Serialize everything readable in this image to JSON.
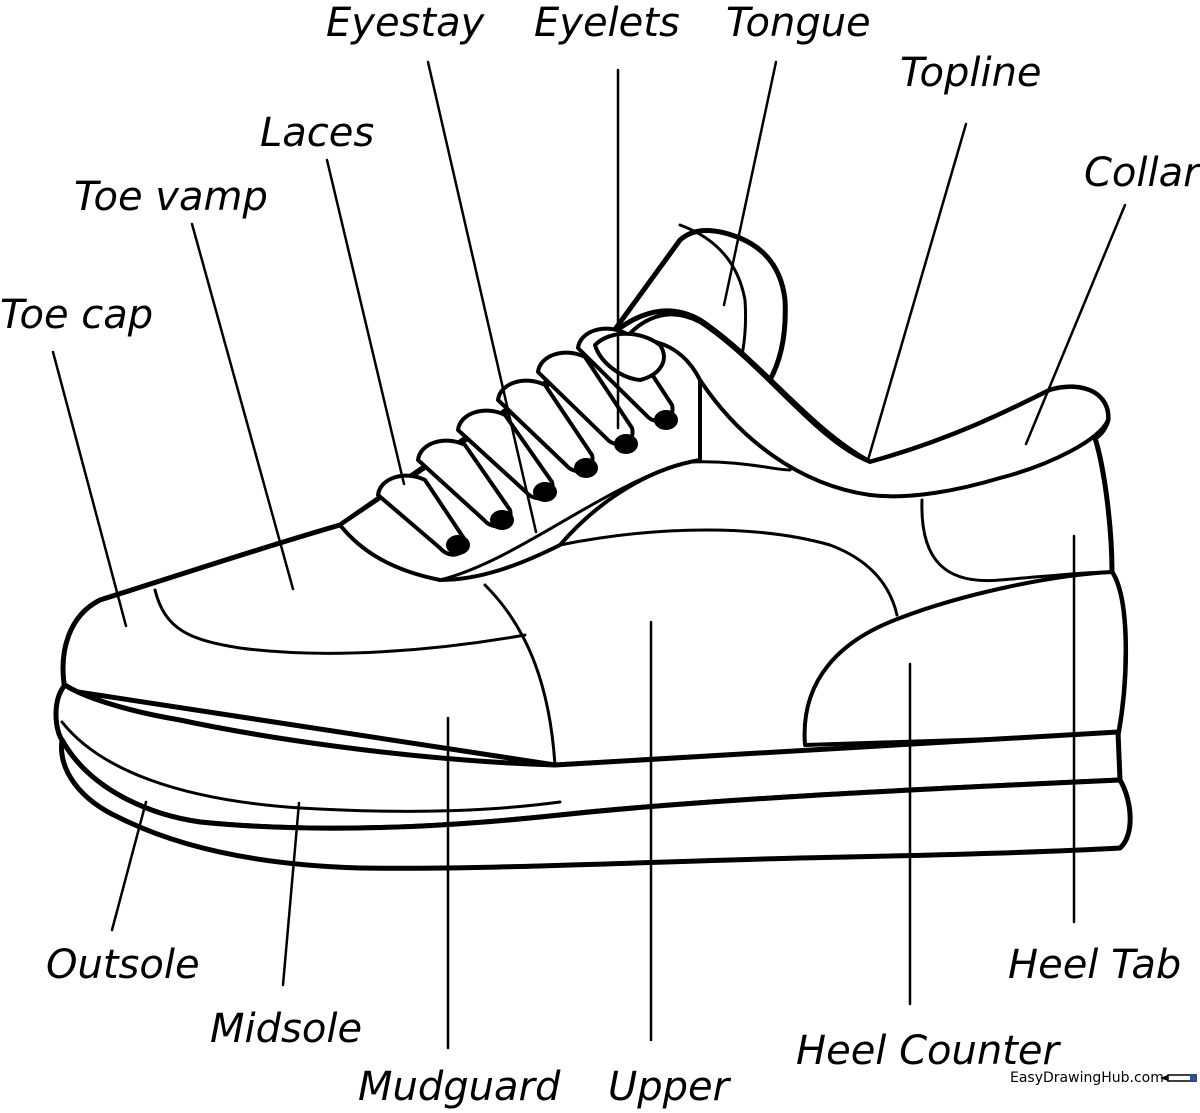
{
  "labels": {
    "eyestay": "Eyestay",
    "eyelets": "Eyelets",
    "tongue": "Tongue",
    "topline": "Topline",
    "collar": "Collar",
    "laces": "Laces",
    "toe_vamp": "Toe vamp",
    "toe_cap": "Toe cap",
    "outsole": "Outsole",
    "midsole": "Midsole",
    "mudguard": "Mudguard",
    "upper": "Upper",
    "heel_counter": "Heel Counter",
    "heel_tab": "Heel Tab"
  },
  "credit": "EasyDrawingHub.com",
  "colors": {
    "line": "#000000",
    "background": "#ffffff"
  }
}
